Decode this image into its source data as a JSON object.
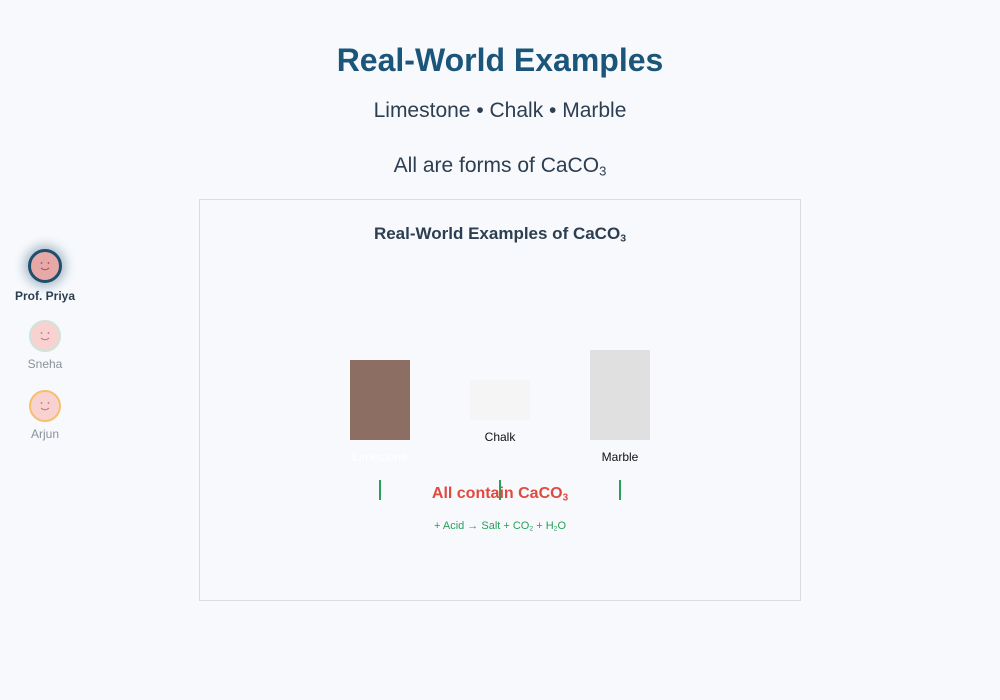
{
  "slide": {
    "title": "Real-World Examples",
    "subtitle": "Limestone • Chalk • Marble",
    "note_prefix": "All are forms of CaCO",
    "note_sub": "3"
  },
  "participants": [
    {
      "name": "Prof. Priya",
      "active": true
    },
    {
      "name": "Sneha",
      "active": false
    },
    {
      "name": "Arjun",
      "active": false
    }
  ],
  "diagram": {
    "title_prefix": "Real-World Examples of CaCO",
    "title_sub": "3",
    "samples": [
      {
        "label": "Limestone",
        "color": "#8d6e63",
        "label_color": "#ffffff"
      },
      {
        "label": "Chalk",
        "color": "#f5f5f5",
        "label_color": "#111111"
      },
      {
        "label": "Marble",
        "color": "#e0e0e0",
        "label_color": "#111111"
      }
    ],
    "conclusion_prefix": "All contain CaCO",
    "conclusion_sub": "3",
    "reaction": {
      "part1": "+ Acid → Salt + CO",
      "sub1": "2",
      "part2": " + H",
      "sub2": "2",
      "part3": "O"
    },
    "colors": {
      "conclusion": "#e04a3f",
      "connector": "#27a05a"
    }
  }
}
